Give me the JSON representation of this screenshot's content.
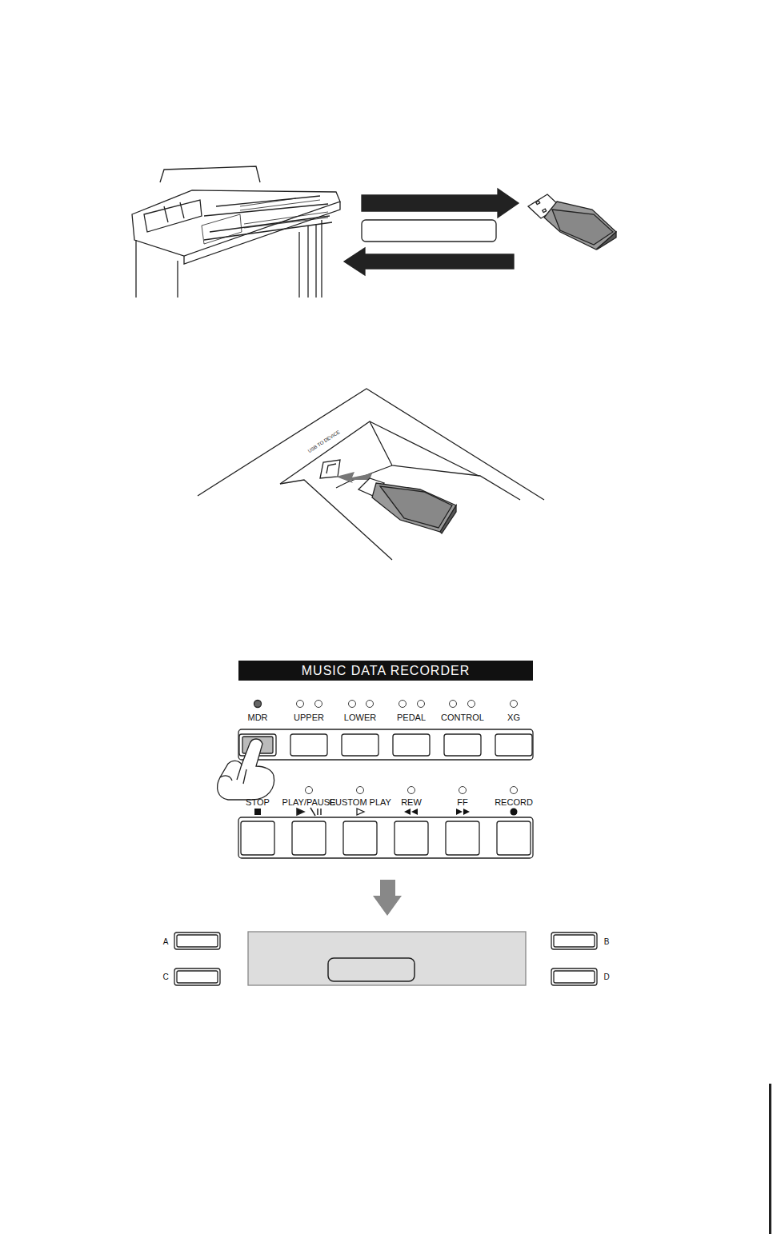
{
  "diagram": {
    "nodes": [
      {
        "text": [
          "MUSIC DATA RECORDER"
        ]
      }
    ],
    "labels": [
      "MDR",
      "UPPER",
      "LOWER",
      "PEDAL",
      "CONTROL",
      "XG",
      "STOP",
      "PLAY/PAUSE",
      "CUSTOM PLAY",
      "REW",
      "FF",
      "RECORD",
      "A",
      "B",
      "C",
      "D",
      "USB TO DEVICE"
    ]
  }
}
